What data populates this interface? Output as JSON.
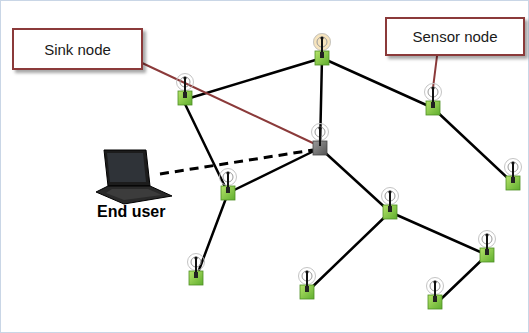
{
  "diagram": {
    "nodes": [
      {
        "text": [
          "Sink node"
        ]
      },
      {
        "text": [
          "Sensor node"
        ]
      }
    ],
    "labels": [
      "End user"
    ]
  }
}
